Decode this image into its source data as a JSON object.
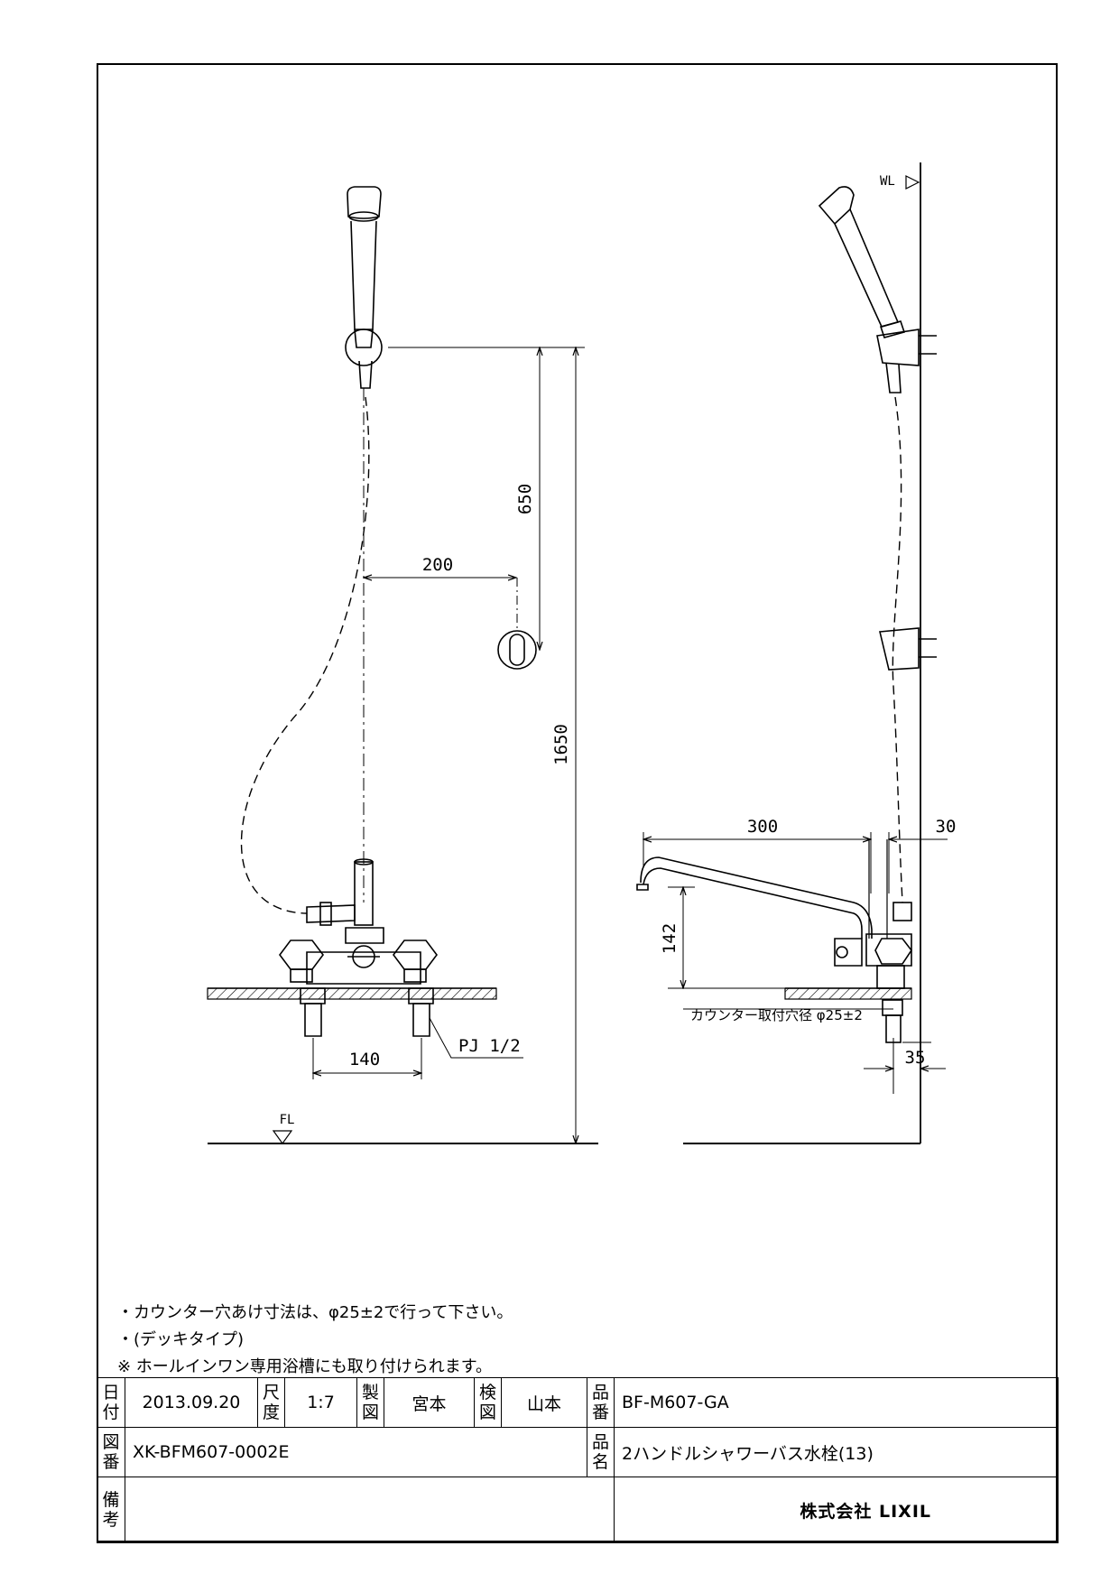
{
  "dimensions": {
    "d650": "650",
    "d200": "200",
    "d1650": "1650",
    "d140": "140",
    "d142": "142",
    "d300": "300",
    "d30": "30",
    "d35": "35",
    "thread": "PJ 1/2",
    "counter_hole": "カウンター取付穴径 φ25±2",
    "floor_line": "FL",
    "water_line": "WL"
  },
  "notes": [
    "・カウンター穴あけ寸法は、φ25±2で行って下さい。",
    "・(デッキタイプ)",
    "※ ホールインワン専用浴槽にも取り付けられます。"
  ],
  "title_block": {
    "date_label": "日付",
    "date": "2013.09.20",
    "scale_label": "尺度",
    "scale": "1:7",
    "drawn_label": "製図",
    "drawn_by": "宮本",
    "checked_label": "検図",
    "checked_by": "山本",
    "product_no_label": "品番",
    "product_no": "BF-M607-GA",
    "drawing_no_label": "図番",
    "drawing_no": "XK-BFM607-0002E",
    "product_name_label": "品名",
    "product_name": "2ハンドルシャワーバス水栓(13)",
    "remarks_label": "備考",
    "company": "株式会社 LIXIL"
  }
}
